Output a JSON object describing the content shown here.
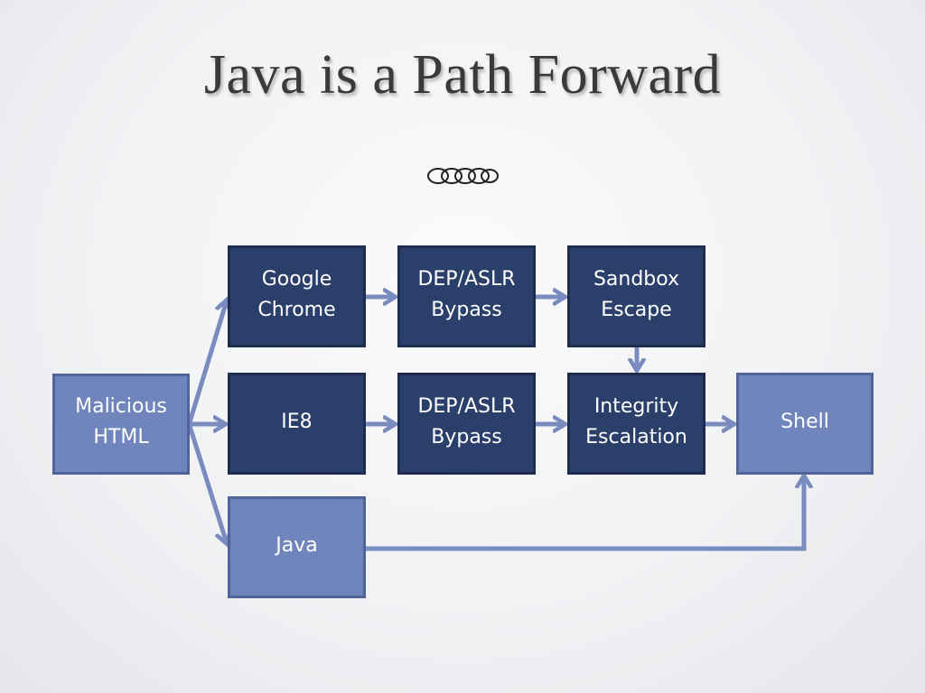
{
  "slide": {
    "title": "Java is a Path Forward"
  },
  "colors": {
    "dark_box": "#2b3f6b",
    "light_box": "#7085bc",
    "arrow": "#7a8cbf",
    "title": "#3a3a3a"
  },
  "ornament": {
    "icon": "decorative-scroll-divider"
  },
  "diagram": {
    "nodes": {
      "malicious_html": "Malicious\nHTML",
      "google_chrome": "Google\nChrome",
      "chrome_dep_aslr": "DEP/ASLR\nBypass",
      "sandbox_escape": "Sandbox\nEscape",
      "ie8": "IE8",
      "ie8_dep_aslr": "DEP/ASLR\nBypass",
      "integrity_escalation": "Integrity\nEscalation",
      "shell": "Shell",
      "java": "Java"
    },
    "edges": [
      [
        "malicious_html",
        "google_chrome"
      ],
      [
        "malicious_html",
        "ie8"
      ],
      [
        "malicious_html",
        "java"
      ],
      [
        "google_chrome",
        "chrome_dep_aslr"
      ],
      [
        "chrome_dep_aslr",
        "sandbox_escape"
      ],
      [
        "sandbox_escape",
        "integrity_escalation"
      ],
      [
        "ie8",
        "ie8_dep_aslr"
      ],
      [
        "ie8_dep_aslr",
        "integrity_escalation"
      ],
      [
        "integrity_escalation",
        "shell"
      ],
      [
        "java",
        "shell"
      ]
    ]
  }
}
